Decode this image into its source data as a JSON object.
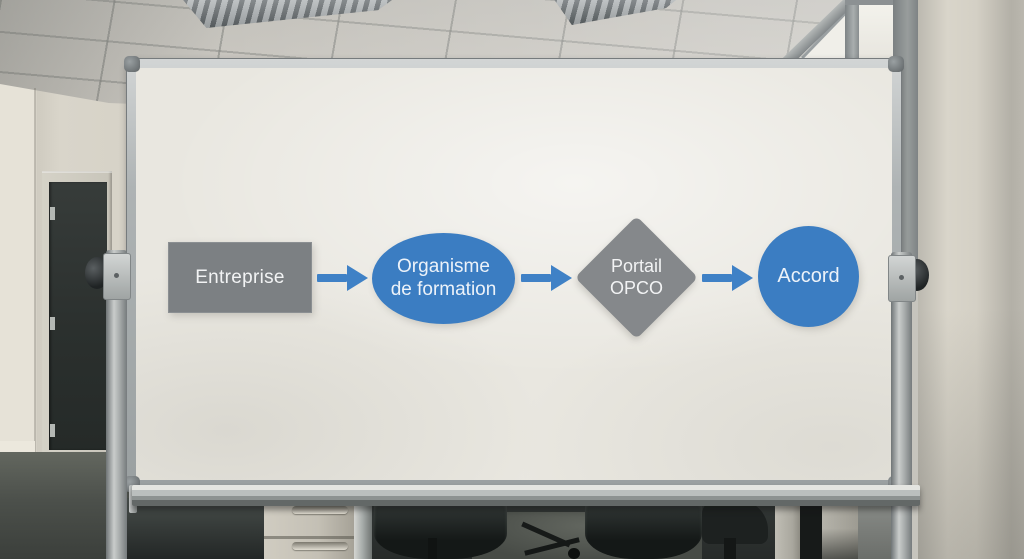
{
  "scene": {
    "description": "Flowchart painted on a rolling office whiteboard",
    "colors": {
      "node_gray": "#7c8083",
      "diamond_gray": "#85888b",
      "node_blue": "#3b7dc2",
      "arrow_blue": "#3f81c6",
      "text_on_gray": "#f2f3f4",
      "text_on_blue": "#ecf2f9"
    }
  },
  "diagram": {
    "nodes": [
      {
        "id": "entreprise",
        "shape": "rectangle",
        "label": "Entreprise"
      },
      {
        "id": "organisme-de-formation",
        "shape": "ellipse",
        "label": "Organisme de formation",
        "line1": "Organisme",
        "line2": "de formation"
      },
      {
        "id": "portail-opco",
        "shape": "diamond",
        "label": "Portail OPCO",
        "line1": "Portail",
        "line2": "OPCO"
      },
      {
        "id": "accord",
        "shape": "circle",
        "label": "Accord"
      }
    ],
    "connectors": [
      {
        "from": "Entreprise",
        "to": "Organisme de formation",
        "direction": "right"
      },
      {
        "from": "Organisme de formation",
        "to": "Portail OPCO",
        "direction": "right"
      },
      {
        "from": "Portail OPCO",
        "to": "Accord",
        "direction": "right"
      }
    ]
  }
}
